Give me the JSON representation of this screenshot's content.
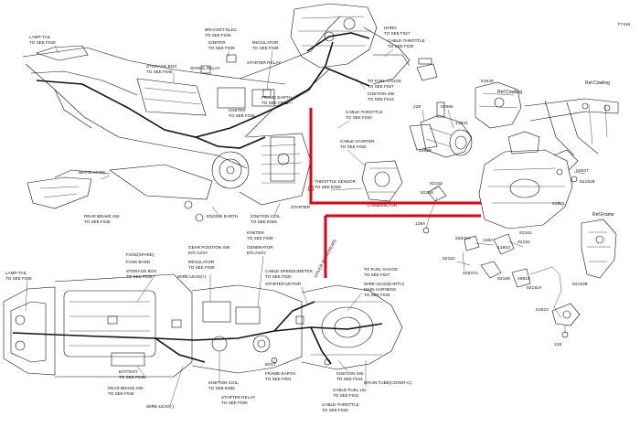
{
  "colors": {
    "ink": "#111111",
    "paper": "#ffffff",
    "highlight": "#e3000f"
  },
  "figure_code": "F7416",
  "top": {
    "lamp_tail": "LAMP-TAIL",
    "lamp_tail_ref": "TO SEE F039",
    "storage_box": "STORAGE BOX",
    "storage_box_ref": "TO SEE F045",
    "bracket_elec": "BRACKET-ELEC",
    "bracket_elec_ref": "TO SEE F045",
    "igniter": "IGNITER",
    "igniter_ref": "TO SEE F039",
    "signal_relay": "SIGNAL RELAY",
    "regulator": "REGULATOR",
    "regulator_ref": "TO SEE F039",
    "starter_relay": "STARTER RELAY",
    "frame_earth": "FRAME EARTH",
    "frame_earth_ref": "TO SEE F001",
    "horn": "HORN",
    "horn_ref": "TO SEE F027",
    "cable_throttle_top": "CABLE-THROTTLE",
    "cable_throttle_top_ref": "TO SEE F030",
    "to_fuel_gauge": "TO FUEL GAUGE",
    "to_fuel_gauge_ref": "TO SEE F027",
    "ignition_sw": "IGNITION SW.",
    "ignition_sw_ref": "TO SEE F043",
    "igniter_2": "IGNITER",
    "igniter_2_ref": "TO SEE F039",
    "cable_throttle": "CABLE-THROTTLE",
    "cable_throttle_ref": "TO SEE F030",
    "cable_starter": "CABLE-STARTER",
    "cable_starter_ref": "TO SEE F030",
    "throttle_sensor": "THROTTLE SENSOR",
    "throttle_sensor_ref": "TO SEE E005",
    "carburetor": "CARBURETOR",
    "white_mark": "WHITE MARK",
    "rear_brake_sw": "REAR BRAKE SW.",
    "rear_brake_sw_ref": "TO SEE F048",
    "engine_earth": "ENGINE EARTH",
    "ignition_coil": "IGNITION COIL",
    "ignition_coil_ref": "TO SEE E006",
    "starter": "STARTER"
  },
  "right": {
    "ref_cowling_1": "Ref.Cowling",
    "ref_cowling_2": "Ref.Cowling",
    "ref_frame": "Ref.Frame",
    "part_numbers": [
      "220",
      "92005",
      "11041",
      "14020",
      "92151",
      "92200",
      "130A",
      "51049",
      "92037",
      "92192B",
      "51001",
      "92037A",
      "130A",
      "92182",
      "11053",
      "92161",
      "92192",
      "92037A",
      "92160",
      "49019",
      "92192A",
      "92192B",
      "51023",
      "130"
    ]
  },
  "bottom": {
    "lamp_tail": "LAMP-TAIL",
    "lamp_tail_ref": "TO SEE F039",
    "fuse_spare": "FUSE(SPARE)",
    "fuse_band": "FUSE BAND",
    "storage_box": "STORAGE BOX",
    "storage_box_ref": "TO SEE F045",
    "gear_position_sw": "GEAR POSITION SW.",
    "gear_position_sw_ref": "E/G ASSY",
    "regulator": "REGULATOR",
    "regulator_ref": "TO SEE F039",
    "wire_lead": "WIRE-LEAD(+)",
    "igniter": "IGNITER",
    "igniter_ref": "TO SEE F039",
    "generator": "GENERATOR",
    "generator_ref": "E/G ASSY",
    "cable_speedometer": "CABLE-SPEEDOMETER",
    "cable_speedometer_ref": "TO SEE F030",
    "starter_motor": "STARTER MOTOR",
    "to_fuel_gauge": "TO FUEL GAUGE",
    "to_fuel_gauge_ref": "TO SEE F027",
    "main_harness": "MAIN HARNESS",
    "main_harness_ref": "TO SEE F045",
    "wire_lead_earth": "WIRE-LEAD(EARTH)",
    "cover_tube": "COVER MARK(REAR)",
    "battery": "BATTERY",
    "battery_ref": "TO SEE F045",
    "rear_brake_sw": "REAR BRAKE SW.",
    "rear_brake_sw_ref": "TO SEE F048",
    "wire_lead_minus": "WIRE-LEAD(-)",
    "ignition_coil": "IGNITION COIL",
    "ignition_coil_ref": "TO SEE E006",
    "starter_relay": "STARTER RELAY",
    "starter_relay_ref": "TO SEE F039",
    "bolt": "BOLT",
    "frame_earth": "FRAME-EARTH",
    "frame_earth_ref": "TO SEE F001",
    "ignition_sw": "IGNITION SW.",
    "ignition_sw_ref": "TO SEE F043",
    "cable_fuel_lid": "CABLE-FUEL LID",
    "cable_fuel_lid_ref": "TO SEE F041",
    "cable_throttle": "CABLE-THROTTLE",
    "cable_throttle_ref": "TO SEE F030",
    "drain_tube": "DRAIN TUBE(COVER-C)"
  }
}
